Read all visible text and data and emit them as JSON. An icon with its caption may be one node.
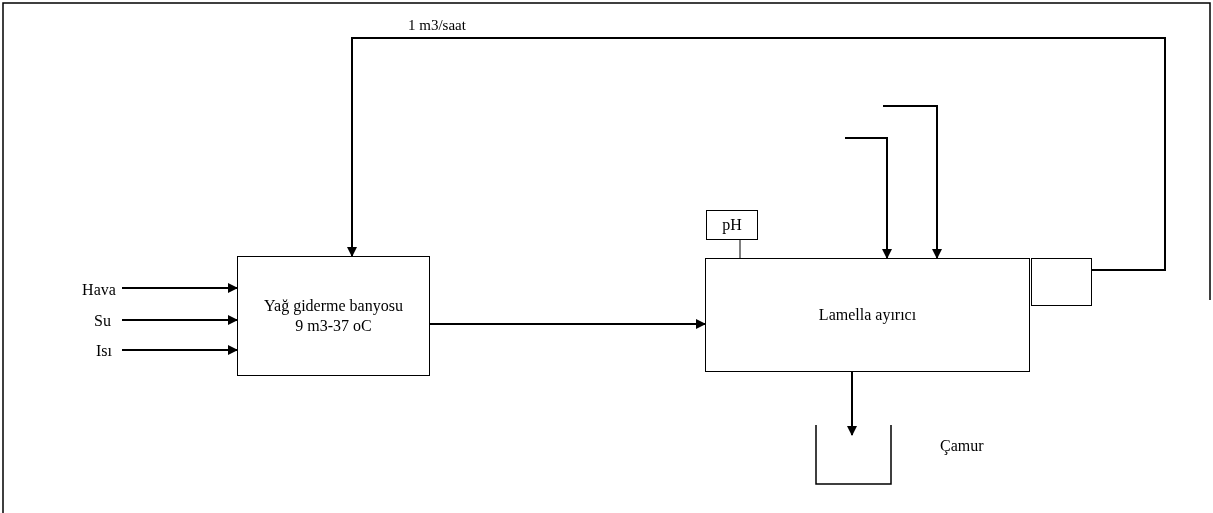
{
  "diagram": {
    "nodes": [
      {
        "text": [
          "Hava"
        ]
      },
      {
        "text": [
          "Su"
        ]
      },
      {
        "text": [
          "Isı"
        ]
      },
      {
        "text": [
          "Yağ giderme banyosu",
          "9 m3-37 oC"
        ]
      },
      {
        "text": [
          "Lamella ayırıcı"
        ]
      },
      {
        "text": [
          "pH"
        ]
      },
      {
        "text": [],
        "shape": "box"
      },
      {
        "text": [],
        "shape": "bin",
        "beside": [
          "Çamur"
        ]
      }
    ],
    "edges": [
      {
        "from": 0,
        "to": 3,
        "arrow": "to"
      },
      {
        "from": 1,
        "to": 3,
        "arrow": "to"
      },
      {
        "from": 2,
        "to": 3,
        "arrow": "to"
      },
      {
        "from": 3,
        "to": 4,
        "arrow": "to"
      },
      {
        "from": 5,
        "to": 4,
        "arrow": "none"
      },
      {
        "from": null,
        "to": 4,
        "arrow": "to"
      },
      {
        "from": null,
        "to": 4,
        "arrow": "to"
      },
      {
        "from": 4,
        "to": 7,
        "arrow": "to"
      },
      {
        "from": 6,
        "to": 3,
        "arrow": "to",
        "label": "1 m3/saat"
      }
    ]
  }
}
